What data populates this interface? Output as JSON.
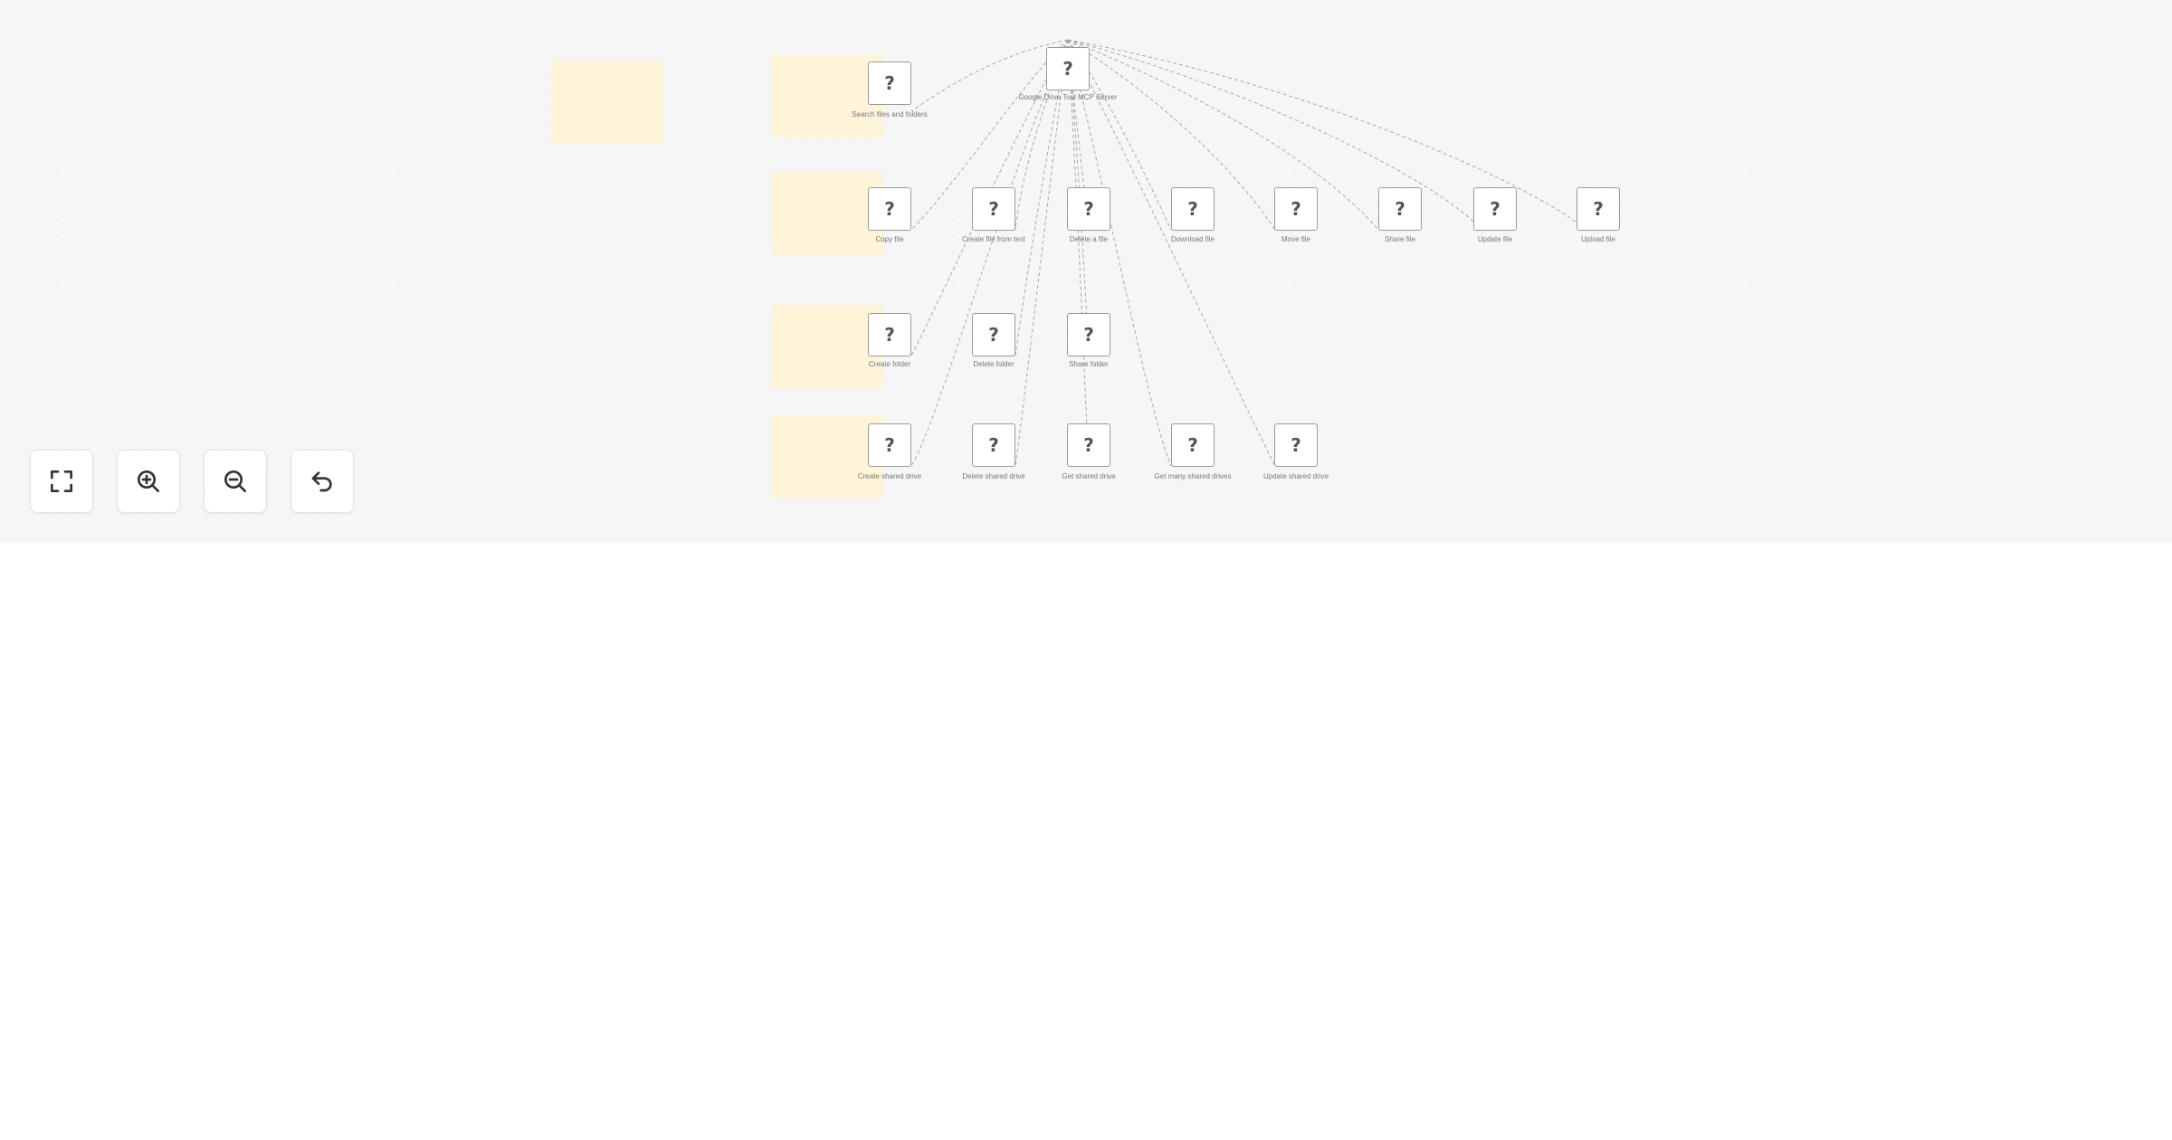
{
  "canvas": {
    "trigger": {
      "icon": "question-mark-icon",
      "glyph": "?",
      "label": "Google Drive Tool MCP Server"
    },
    "rows": [
      [
        {
          "glyph": "?",
          "label": "Search files and folders"
        }
      ],
      [
        {
          "glyph": "?",
          "label": "Copy file"
        },
        {
          "glyph": "?",
          "label": "Create file from text"
        },
        {
          "glyph": "?",
          "label": "Delete a file"
        },
        {
          "glyph": "?",
          "label": "Download file"
        },
        {
          "glyph": "?",
          "label": "Move file"
        },
        {
          "glyph": "?",
          "label": "Share file"
        },
        {
          "glyph": "?",
          "label": "Update file"
        },
        {
          "glyph": "?",
          "label": "Upload file"
        }
      ],
      [
        {
          "glyph": "?",
          "label": "Create folder"
        },
        {
          "glyph": "?",
          "label": "Delete folder"
        },
        {
          "glyph": "?",
          "label": "Share folder"
        }
      ],
      [
        {
          "glyph": "?",
          "label": "Create shared drive"
        },
        {
          "glyph": "?",
          "label": "Delete shared drive"
        },
        {
          "glyph": "?",
          "label": "Get shared drive"
        },
        {
          "glyph": "?",
          "label": "Get many shared drives"
        },
        {
          "glyph": "?",
          "label": "Update shared drive"
        }
      ]
    ],
    "colors": {
      "background": "#f6f6f6",
      "sticky_note": "#fff3d3",
      "node_border": "#9a9a9a",
      "edge": "#a8a8a8"
    }
  },
  "controls": [
    {
      "name": "fit-view-button",
      "icon": "fullscreen-icon"
    },
    {
      "name": "zoom-in-button",
      "icon": "zoom-in-icon"
    },
    {
      "name": "zoom-out-button",
      "icon": "zoom-out-icon"
    },
    {
      "name": "reset-zoom-button",
      "icon": "undo-icon"
    }
  ]
}
